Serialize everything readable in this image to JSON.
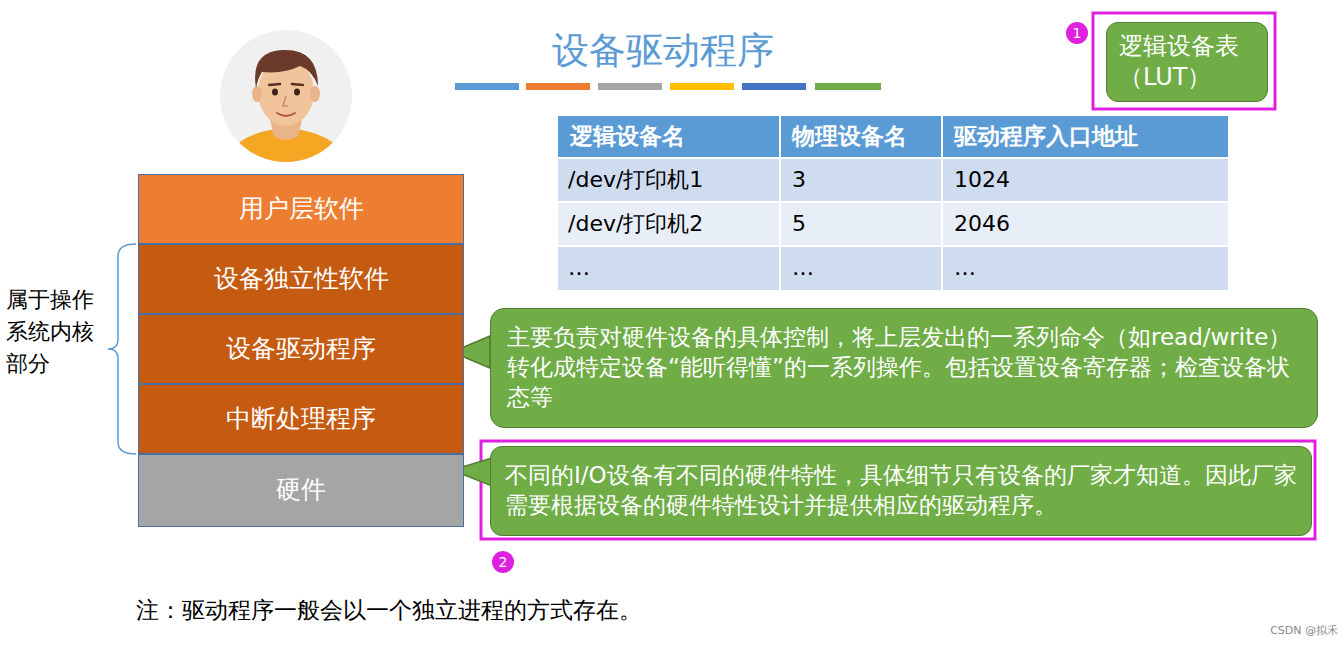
{
  "diagram": {
    "title": "设备驱动程序",
    "nodes": [
      {
        "text": [
          "用户层软件"
        ]
      },
      {
        "text": [
          "设备独立性软件"
        ]
      },
      {
        "text": [
          "设备驱动程序"
        ]
      },
      {
        "text": [
          "中断处理程序"
        ]
      },
      {
        "text": [
          "硬件"
        ]
      },
      {
        "text": [
          "逻辑设备表（LUT）"
        ]
      },
      {
        "text": [
          "主要负责对硬件设备的具体控制，将上层发出的一系列命令（如read/write）转化成特定设备“能听得懂”的一系列操作。包括设置设备寄存器；检查设备状态等"
        ]
      },
      {
        "text": [
          "不同的I/O设备有不同的硬件特性，具体细节只有设备的厂家才知道。因此厂家需要根据设备的硬件特性设计并提供相应的驱动程序。"
        ]
      }
    ],
    "labels": [
      "属于操作系统内核部分",
      "1",
      "逻辑设备名",
      "物理设备名",
      "驱动程序入口地址",
      "/dev/打印机1",
      "3",
      "1024",
      "/dev/打印机2",
      "5",
      "2046",
      "…",
      "…",
      "…",
      "2",
      "注：驱动程序一般会以一个独立进程的方式存在。",
      "CSDN @拟禾"
    ]
  }
}
